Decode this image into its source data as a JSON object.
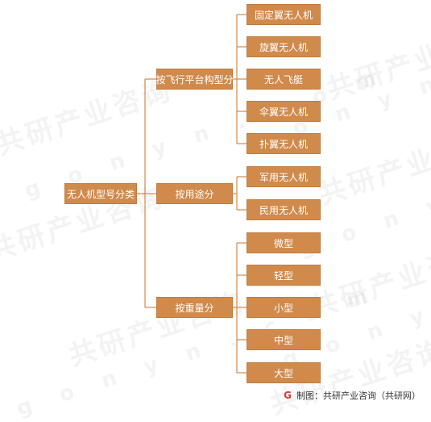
{
  "root": "无人机型号分类",
  "categories": [
    {
      "label": "按飞行平台构型分",
      "items": [
        "固定翼无人机",
        "旋翼无人机",
        "无人飞艇",
        "伞翼无人机",
        "扑翼无人机"
      ]
    },
    {
      "label": "按用途分",
      "items": [
        "军用无人机",
        "民用无人机"
      ]
    },
    {
      "label": "按重量分",
      "items": [
        "微型",
        "轻型",
        "小型",
        "中型",
        "大型"
      ]
    }
  ],
  "watermark": {
    "cn": "共研产业咨询",
    "en": "g o n y n . c o m"
  },
  "footer": {
    "icon": "gonyn-logo-icon",
    "text": "制图：共研产业咨询（共研网）"
  },
  "colors": {
    "node": "#d08a4c",
    "line": "#d08a4c"
  }
}
